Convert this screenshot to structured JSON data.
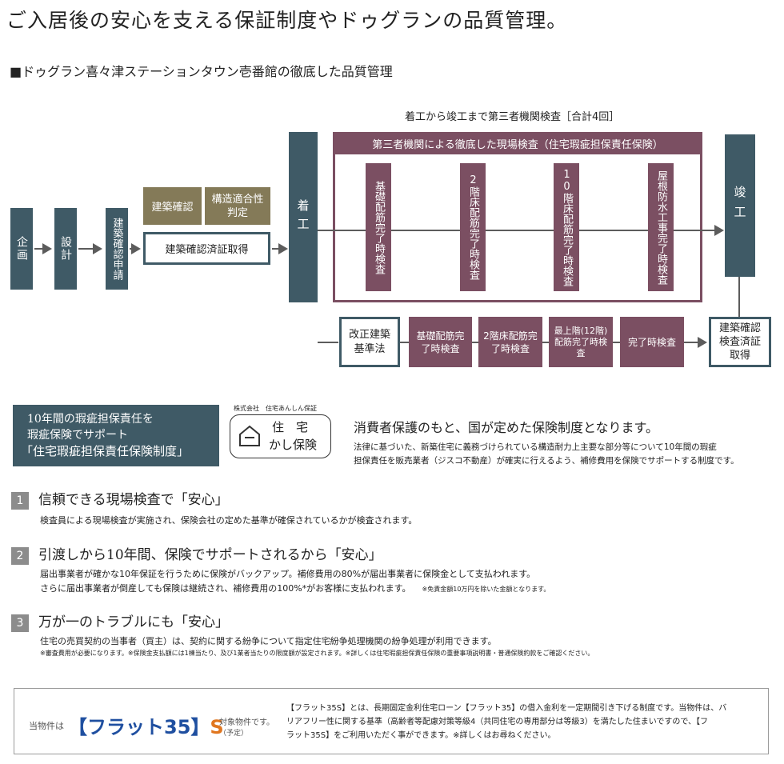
{
  "title": "ご入居後の安心を支える保証制度やドゥグランの品質管理。",
  "subtitle": "■ドゥグラン喜々津ステーションタウン壱番館の徹底した品質管理",
  "flow": {
    "inspection_caption": "着工から竣工まで第三者機関検査［合計4回］",
    "kikaku": "企画",
    "sekkei": "設計",
    "shinsei": "建築確認申請",
    "kakunin": "建築確認",
    "tekigo": "構造適合性判定",
    "zumi": "建築確認済証取得",
    "chakko": "着工",
    "shunko": "竣工",
    "third_party_header": "第三者機関による徹底した現場検査（住宅瑕疵担保責任保険）",
    "third_party_checks": [
      "基礎配筋完了時検査",
      "2階床配筋完了時検査",
      "10階床配筋完了時検査",
      "屋根防水工事完了時検査"
    ],
    "law_box": "改正建築基準法",
    "law_checks": [
      "基礎配筋完了時検査",
      "2階床配筋完了時検査",
      "最上階(12階)配筋完了時検査",
      "完了時検査"
    ],
    "final_box": "建築確認検査済証取得"
  },
  "insurance": {
    "badge_line1": "10年間の瑕疵担保責任を",
    "badge_line2": "瑕疵保険でサポート",
    "badge_line3": "「住宅瑕疵担保責任保険制度」",
    "company": "株式会社　住宅あんしん保証",
    "logo_top": "住　宅",
    "logo_bottom": "かし保険",
    "headline": "消費者保護のもと、国が定めた保険制度となります。",
    "body1": "法律に基づいた、新築住宅に義務づけられている構造耐力上主要な部分等について10年間の瑕疵",
    "body2": "担保責任を販売業者（ジスコ不動産）が確実に行えるよう、補修費用を保険でサポートする制度です。"
  },
  "sections": [
    {
      "num": "1",
      "heading": "信頼できる現場検査で「安心」",
      "lines": [
        "検査員による現場検査が実施され、保険会社の定めた基準が確保されているかが検査されます。"
      ]
    },
    {
      "num": "2",
      "heading": "引渡しから10年間、保険でサポートされるから「安心」",
      "lines": [
        "届出事業者が確かな10年保証を行うために保険がバックアップ。補修費用の80%が届出事業者に保険金として支払われます。",
        "さらに届出事業者が倒産しても保険は継続され、補修費用の100%*がお客様に支払われます。"
      ],
      "note": "※免責金額10万円を除いた金額となります。"
    },
    {
      "num": "3",
      "heading": "万が一のトラブルにも「安心」",
      "lines": [
        "住宅の売買契約の当事者（買主）は、契約に関する紛争について指定住宅紛争処理機関の紛争処理が利用できます。"
      ],
      "note": "※審査費用が必要になります。※保険金支払額には1棟当たり、及び1業者当たりの限度額が設定されます。※詳しくは住宅瑕疵担保責任保険の重要事項説明書・普通保険約款をご確認ください。"
    }
  ],
  "flat35": {
    "prefix": "当物件は",
    "logo": "【フラット35】",
    "logo_s": "S",
    "target": "対象物件です。",
    "yotei": "（予定）",
    "desc1": "【フラット35S】とは、長期固定金利住宅ローン【フラット35】の借入金利を一定期間引き下げる制度です。当物件は、バ",
    "desc2": "リアフリー性に関する基準（高齢者等配慮対策等級4（共同住宅の専用部分は等級3）を満たした住まいですので、【フ",
    "desc3": "ラット35S】をご利用いただく事ができます。※詳しくはお尋ねください。"
  }
}
